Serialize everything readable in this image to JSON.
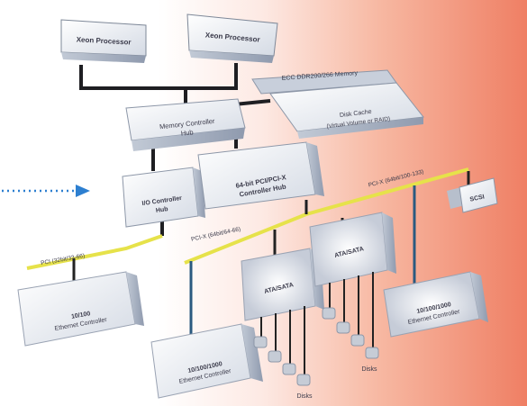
{
  "labels": {
    "cpu1": "Xeon Processor",
    "cpu2": "Xeon Processor",
    "memory": "ECC DDR200/266 Memory",
    "disk_cache": "Disk Cache",
    "disk_cache_sub": "(Virtual Volume or RAID)",
    "mch_line1": "Memory Controller",
    "mch_line2": "Hub",
    "ioh_line1": "I/O Controller",
    "ioh_line2": "Hub",
    "pch_line1": "64-bit PCI/PCI-X",
    "pch_line2": "Controller Hub",
    "pci_32": "PCI (32bit/33-66)",
    "pci_x_a": "PCI-X (64bit/64-66)",
    "pci_x_b": "PCI-X (64bit/100-133)",
    "eth1_line1": "10/100",
    "eth1_line2": "Ethernet Controller",
    "eth2_line1": "10/100/1000",
    "eth2_line2": "Ethernet Controller",
    "eth3_line1": "10/100/1000",
    "eth3_line2": "Ethernet Controller",
    "sata1": "ATA/SATA",
    "sata2": "ATA/SATA",
    "scsi": "SCSI",
    "disks1": "Disks",
    "disks2": "Disks"
  },
  "colors": {
    "bus_main": "#1e1e22",
    "bus_pci": "#e6e24a",
    "box_face": "#e9edf3",
    "box_side": "#aeb7c6",
    "bg_accent": "#ef7f64",
    "arrow": "#2d7fd0"
  }
}
